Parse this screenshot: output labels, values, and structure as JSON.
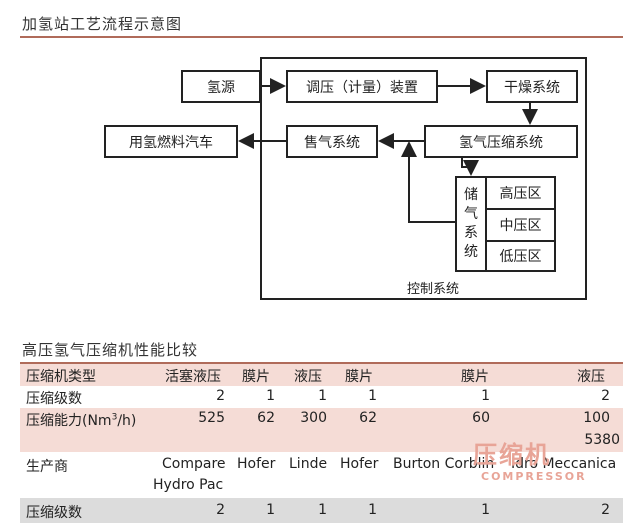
{
  "titles": {
    "process": "加氢站工艺流程示意图",
    "compare": "高压氢气压缩机性能比较"
  },
  "diagram": {
    "hydrogen_source": "氢源",
    "regulator": "调压（计量）装置",
    "dryer": "干燥系统",
    "fuel_vehicle": "用氢燃料汽车",
    "dispense": "售气系统",
    "compressor": "氢气压缩系统",
    "storage_label_1": "储",
    "storage_label_2": "气",
    "storage_label_3": "系",
    "storage_label_4": "统",
    "high_zone": "高压区",
    "mid_zone": "中压区",
    "low_zone": "低压区",
    "control": "控制系统"
  },
  "table": {
    "header": [
      "压缩机类型",
      "活塞液压",
      "膜片",
      "液压",
      "膜片",
      "膜片",
      "液压"
    ],
    "row_stages": [
      "压缩级数",
      "2",
      "1",
      "1",
      "1",
      "1",
      "2"
    ],
    "row_capacity_label": "压缩能力(Nm",
    "row_capacity_sup": "3",
    "row_capacity_tail": "/h)",
    "row_capacity": [
      "525",
      "62",
      "300",
      "62",
      "60",
      "100"
    ],
    "row_capacity_extra": "5380",
    "row_maker_label": "生产商",
    "row_makers": [
      "Compare",
      "Hofer",
      "Linde",
      "Hofer",
      "Burton Corblin",
      "Idro Meccanica"
    ],
    "row_maker_extra": "Hydro Pac",
    "row_stages2": [
      "压缩级数",
      "2",
      "1",
      "1",
      "1",
      "1",
      "2"
    ]
  },
  "watermark": {
    "big": "压缩机",
    "small": "COMPRESSOR"
  }
}
